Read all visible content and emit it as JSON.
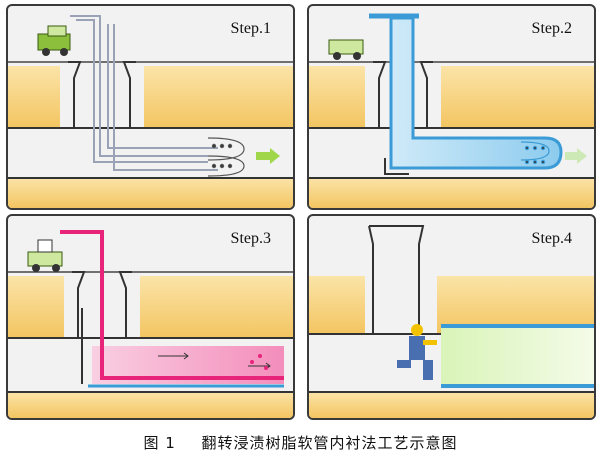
{
  "panels": [
    {
      "label": "Step.1"
    },
    {
      "label": "Step.2"
    },
    {
      "label": "Step.3"
    },
    {
      "label": "Step.4"
    }
  ],
  "caption": {
    "number": "图 1",
    "text": "翻转浸渍树脂软管内衬法工艺示意图"
  },
  "colors": {
    "soil": "#f5c96a",
    "soil_light": "#fbe8b6",
    "liner_blue": "#3a9bd6",
    "liner_blue_light": "#a9d8f2",
    "resin_pink": "#e8247a",
    "resin_pink_light": "#f7b3d2",
    "truck_green": "#8bbf3c",
    "pipe_gray": "#9aa3b5",
    "arrow_green": "#9fd64a",
    "worker_blue": "#4a6fb0",
    "helmet_yellow": "#f2c200"
  }
}
